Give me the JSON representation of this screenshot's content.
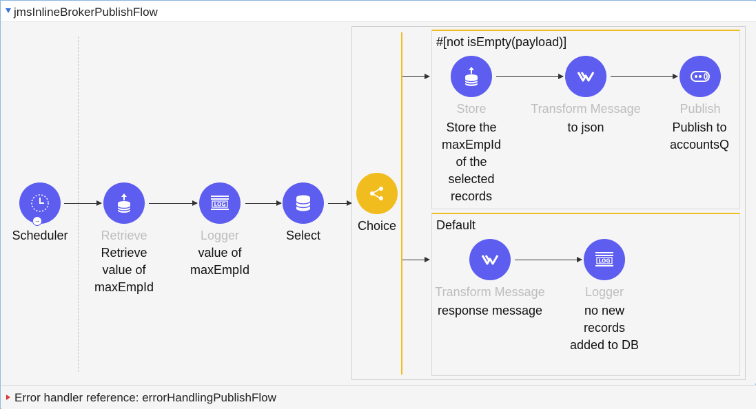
{
  "flow": {
    "title": "jmsInlineBrokerPublishFlow"
  },
  "source": {
    "type_label": "Scheduler",
    "icon": "scheduler-clock-icon"
  },
  "processors": [
    {
      "type_label": "Retrieve",
      "name": "Retrieve value of maxEmpId",
      "icon": "database-retrieve-icon"
    },
    {
      "type_label": "Logger",
      "name": "value of maxEmpId",
      "icon": "logger-icon"
    },
    {
      "type_label": "Select",
      "name": "",
      "icon": "database-icon"
    },
    {
      "type_label": "Choice",
      "name": "",
      "icon": "choice-router-icon"
    }
  ],
  "choice_routes": [
    {
      "condition": "#[not isEmpty(payload)]",
      "processors": [
        {
          "type_label": "Store",
          "name": "Store the maxEmpId of the selected records",
          "icon": "database-store-icon"
        },
        {
          "type_label": "Transform Message",
          "name": "to json",
          "icon": "transform-icon"
        },
        {
          "type_label": "Publish",
          "name": "Publish to accountsQ",
          "icon": "publish-icon"
        }
      ]
    },
    {
      "condition": "Default",
      "processors": [
        {
          "type_label": "Transform Message",
          "name": "response message",
          "icon": "transform-icon"
        },
        {
          "type_label": "Logger",
          "name": "no new records added to DB",
          "icon": "logger-icon"
        }
      ]
    }
  ],
  "error_handler": {
    "label": "Error handler reference: errorHandlingPublishFlow"
  },
  "colors": {
    "node": "#5d5df0",
    "choice": "#f1bd1e",
    "accent": "#3b6fd9",
    "error": "#d23b3b"
  }
}
